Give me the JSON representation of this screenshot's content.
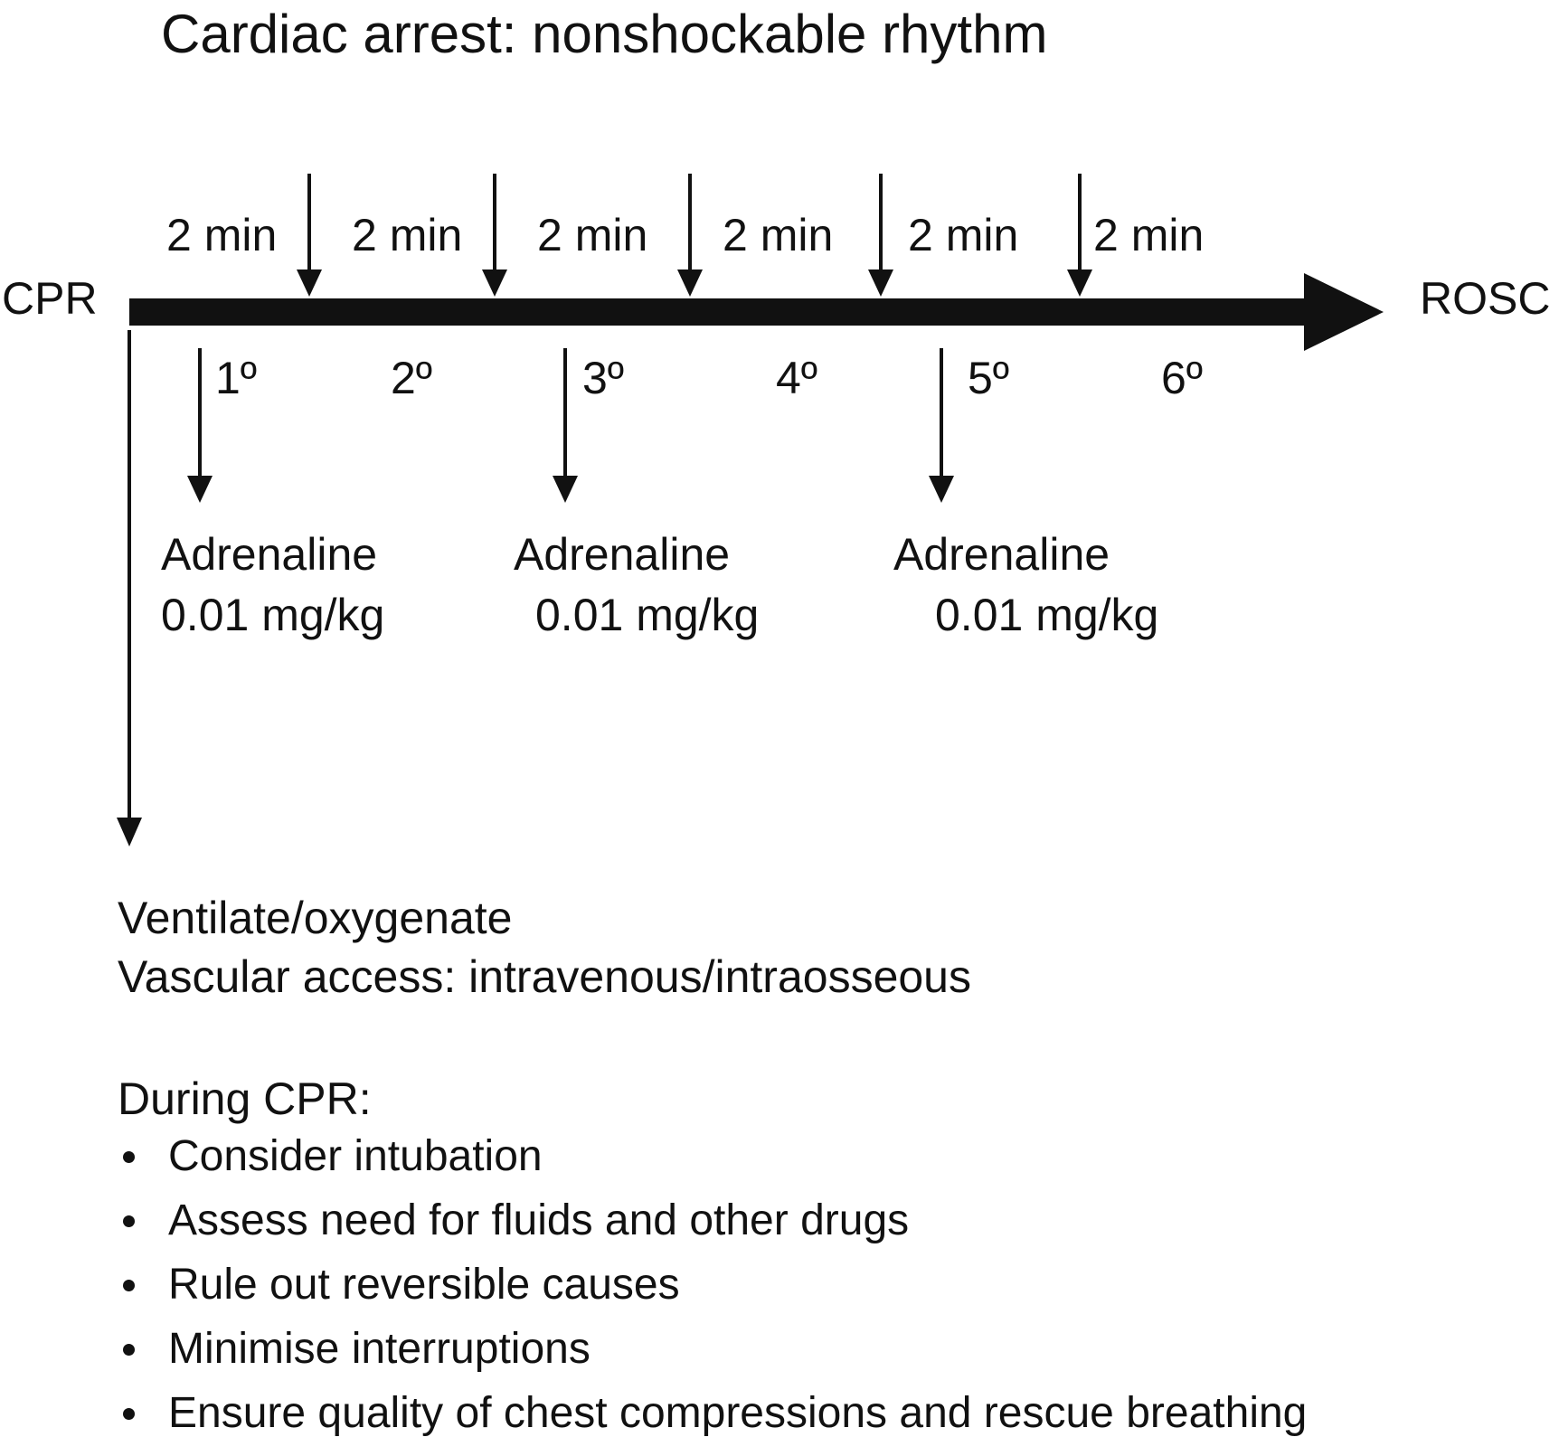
{
  "title": "Cardiac arrest: nonshockable rhythm",
  "start_label": "CPR",
  "end_label": "ROSC",
  "intervals": [
    "2 min",
    "2 min",
    "2 min",
    "2 min",
    "2 min",
    "2 min"
  ],
  "cycles": [
    "1º",
    "2º",
    "3º",
    "4º",
    "5º",
    "6º"
  ],
  "drugs": [
    {
      "name": "Adrenaline",
      "dose": "0.01 mg/kg"
    },
    {
      "name": "Adrenaline",
      "dose": "0.01 mg/kg"
    },
    {
      "name": "Adrenaline",
      "dose": "0.01 mg/kg"
    }
  ],
  "actions": [
    "Ventilate/oxygenate",
    "Vascular access: intravenous/intraosseous"
  ],
  "during_cpr": {
    "heading": "During CPR:",
    "items": [
      "Consider intubation",
      "Assess need for fluids and other drugs",
      "Rule out reversible causes",
      "Minimise interruptions",
      "Ensure quality of chest compressions and rescue breathing"
    ]
  },
  "colors": {
    "ink": "#111111",
    "background": "#ffffff"
  }
}
